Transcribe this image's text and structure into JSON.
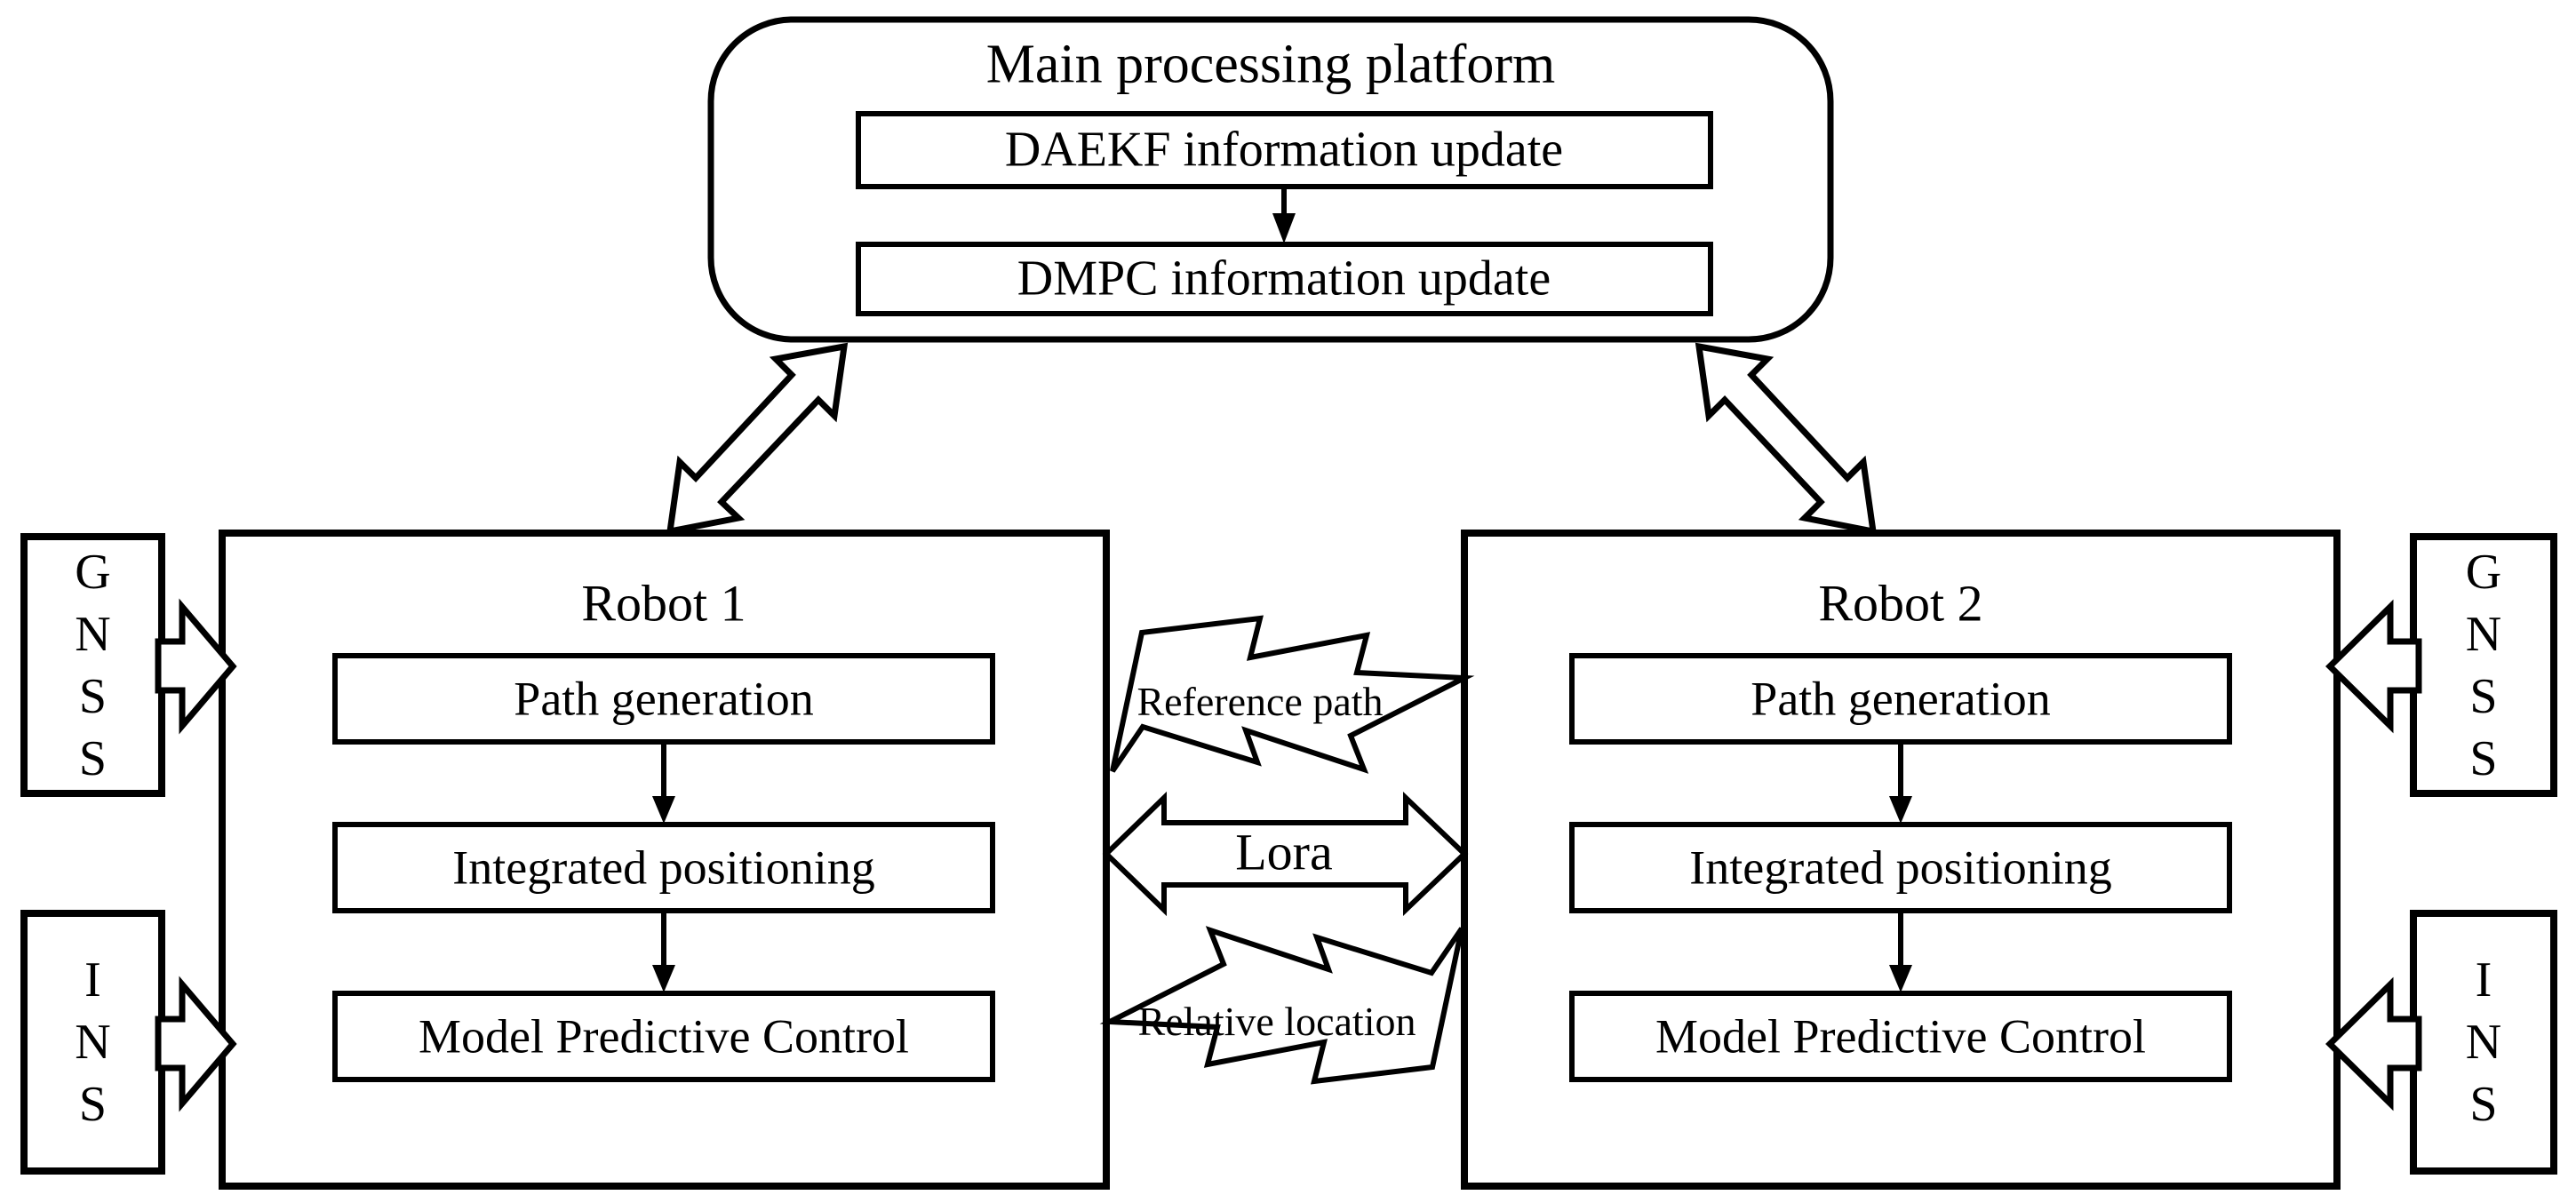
{
  "colors": {
    "ink": "#000000",
    "background": "#ffffff"
  },
  "platform": {
    "title": "Main processing platform",
    "daekf_label": "DAEKF information update",
    "dmpc_label": "DMPC information update"
  },
  "robot1": {
    "title": "Robot 1",
    "steps": [
      "Path generation",
      "Integrated positioning",
      "Model Predictive Control"
    ]
  },
  "robot2": {
    "title": "Robot 2",
    "steps": [
      "Path generation",
      "Integrated positioning",
      "Model Predictive Control"
    ]
  },
  "sensors": {
    "gnss_letters": [
      "G",
      "N",
      "S",
      "S"
    ],
    "ins_letters": [
      "I",
      "N",
      "S"
    ]
  },
  "links": {
    "reference_path": "Reference path",
    "lora": "Lora",
    "relative_location": "Relative location"
  }
}
